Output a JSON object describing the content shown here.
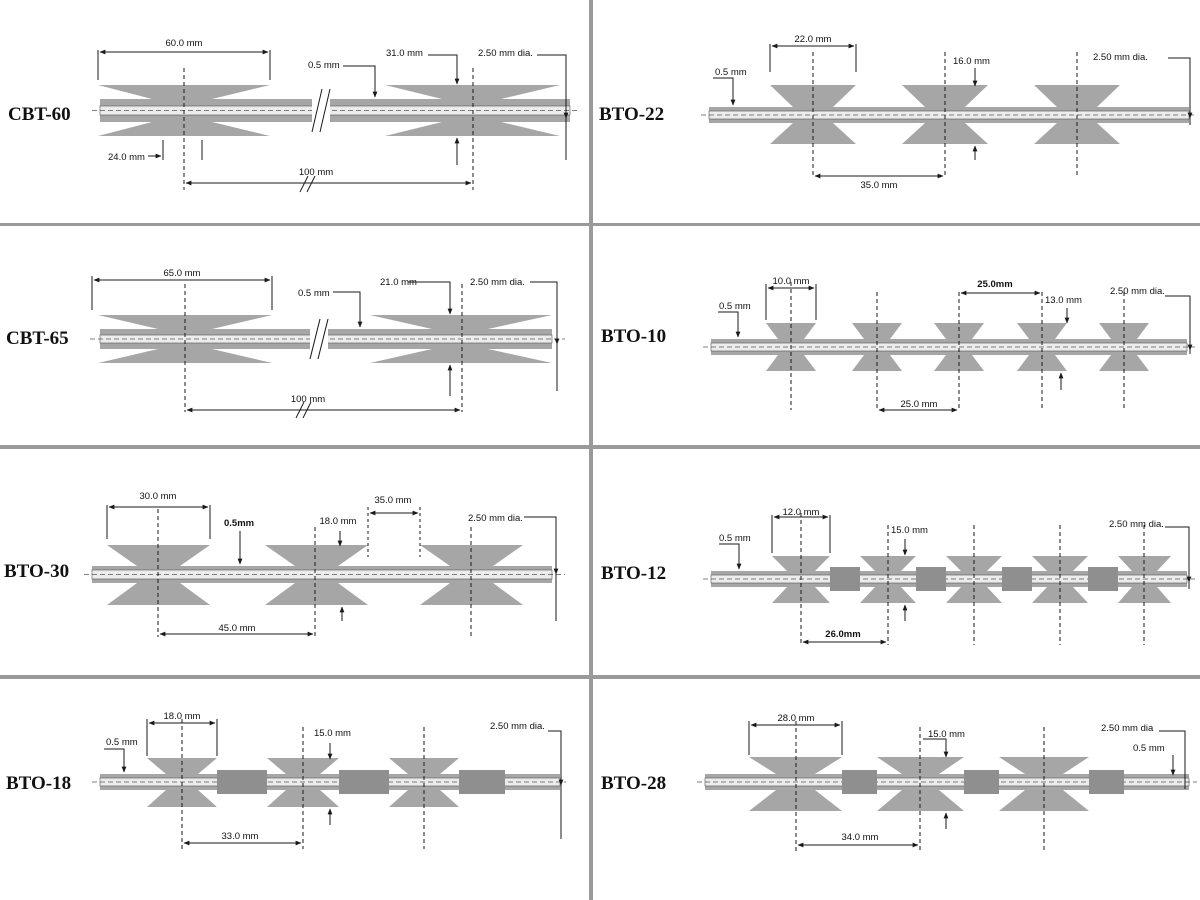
{
  "colors": {
    "background": "#ffffff",
    "divider": "#9a9a9a",
    "barb": "#a6a6a6",
    "tape": "#b8b8b8",
    "wire": "#ececec",
    "line": "#1a1a1a"
  },
  "panels": {
    "cbt60": {
      "label": "CBT-60",
      "dims": {
        "barb_length": "60.0 mm",
        "thickness": "0.5 mm",
        "barb_width": "31.0 mm",
        "core_wire": "2.50 mm dia.",
        "spacing": "100 mm",
        "barb_gap": "24.0 mm"
      }
    },
    "bto22": {
      "label": "BTO-22",
      "dims": {
        "barb_length": "22.0 mm",
        "thickness": "0.5 mm",
        "barb_width": "16.0 mm",
        "core_wire": "2.50 mm dia.",
        "spacing": "35.0 mm"
      }
    },
    "cbt65": {
      "label": "CBT-65",
      "dims": {
        "barb_length": "65.0 mm",
        "thickness": "0.5 mm",
        "barb_width": "21.0 mm",
        "core_wire": "2.50 mm dia.",
        "spacing": "100 mm"
      }
    },
    "bto10": {
      "label": "BTO-10",
      "dims": {
        "barb_length": "10.0 mm",
        "thickness": "0.5 mm",
        "spacing_top": "25.0mm",
        "barb_width": "13.0 mm",
        "core_wire": "2.50 mm dia.",
        "spacing": "25.0 mm"
      }
    },
    "bto30": {
      "label": "BTO-30",
      "dims": {
        "barb_length": "30.0 mm",
        "thickness": "0.5mm",
        "barb_width": "18.0 mm",
        "gap": "35.0 mm",
        "core_wire": "2.50 mm dia.",
        "spacing": "45.0 mm"
      }
    },
    "bto12": {
      "label": "BTO-12",
      "dims": {
        "barb_length": "12.0 mm",
        "thickness": "0.5 mm",
        "barb_width": "15.0 mm",
        "core_wire": "2.50 mm dia.",
        "spacing": "26.0mm"
      }
    },
    "bto18": {
      "label": "BTO-18",
      "dims": {
        "barb_length": "18.0 mm",
        "thickness": "0.5 mm",
        "barb_width": "15.0 mm",
        "core_wire": "2.50 mm dia.",
        "spacing": "33.0 mm"
      }
    },
    "bto28": {
      "label": "BTO-28",
      "dims": {
        "barb_length": "28.0 mm",
        "thickness": "0.5 mm",
        "barb_width": "15.0 mm",
        "core_wire": "2.50 mm dia",
        "spacing": "34.0 mm"
      }
    }
  }
}
